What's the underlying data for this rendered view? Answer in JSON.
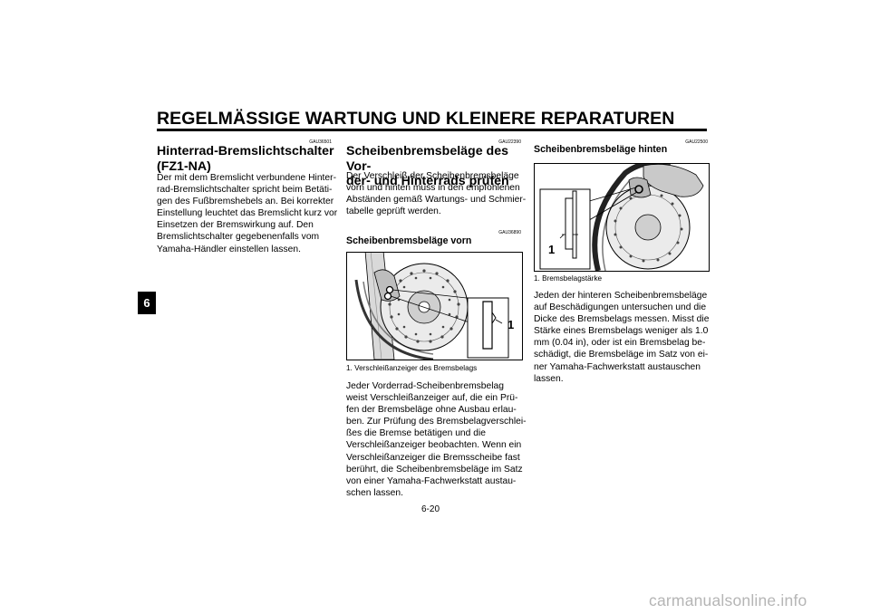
{
  "header": {
    "title": "REGELMÄSSIGE WARTUNG UND KLEINERE REPARATUREN"
  },
  "chapter_tab": "6",
  "col1": {
    "code": "GAU36501",
    "heading_lines": [
      "Hinterrad-Bremslichtschalter",
      "(FZ1-NA)"
    ],
    "body_lines": [
      "Der mit dem Bremslicht verbundene Hinter-",
      "rad-Bremslichtschalter spricht beim Betäti-",
      "gen des Fußbremshebels an. Bei korrekter",
      "Einstellung leuchtet das Bremslicht kurz vor",
      "Einsetzen der Bremswirkung auf. Den",
      "Bremslichtschalter gegebenenfalls vom",
      "Yamaha-Händler einstellen lassen."
    ]
  },
  "col2": {
    "code": "GAU22390",
    "heading_lines": [
      "Scheibenbremsbeläge des Vor-",
      "der- und Hinterrads prüfen"
    ],
    "intro_lines": [
      "Der Verschleiß der Scheibenbremsbeläge",
      "vorn und hinten muss in den empfohlenen",
      "Abständen gemäß Wartungs- und Schmier-",
      "tabelle geprüft werden."
    ],
    "sub_code": "GAU36890",
    "sub_heading": "Scheibenbremsbeläge vorn",
    "figure_callout": "1",
    "caption": "1.  Verschleißanzeiger des Bremsbelags",
    "body_lines": [
      "Jeder Vorderrad-Scheibenbremsbelag",
      "weist Verschleißanzeiger auf, die ein Prü-",
      "fen der Bremsbeläge ohne Ausbau erlau-",
      "ben. Zur Prüfung des Bremsbelagverschlei-",
      "ßes die Bremse betätigen und die",
      "Verschleißanzeiger beobachten. Wenn ein",
      "Verschleißanzeiger die Bremsscheibe fast",
      "berührt, die Scheibenbremsbeläge im Satz",
      "von einer Yamaha-Fachwerkstatt austau-",
      "schen lassen."
    ]
  },
  "col3": {
    "code": "GAU22500",
    "sub_heading": "Scheibenbremsbeläge hinten",
    "figure_callout": "1",
    "caption": "1.  Bremsbelagstärke",
    "body_lines": [
      "Jeden der hinteren Scheibenbremsbeläge",
      "auf Beschädigungen untersuchen und die",
      "Dicke des Bremsbelags messen. Misst die",
      "Stärke eines Bremsbelags weniger als 1.0",
      "mm (0.04 in), oder ist ein Bremsbelag be-",
      "schädigt, die Bremsbeläge im Satz von ei-",
      "ner Yamaha-Fachwerkstatt austauschen",
      "lassen."
    ]
  },
  "page_number": "6-20",
  "watermark": "carmanualsonline.info"
}
